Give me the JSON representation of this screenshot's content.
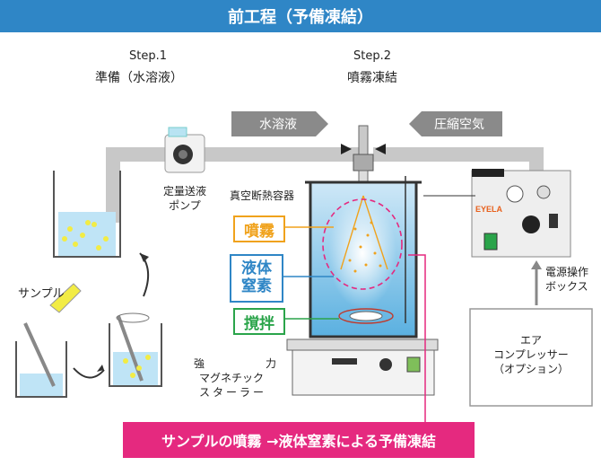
{
  "title": "前工程（予備凍結）",
  "step1": {
    "step": "Step.1",
    "name": "準備（水溶液）"
  },
  "step2": {
    "step": "Step.2",
    "name": "噴霧凍結"
  },
  "flow_labels": {
    "water": "水溶液",
    "air": "圧縮空気"
  },
  "labels": {
    "pump_line1": "定量送液",
    "pump_line2": "ポンプ",
    "vessel": "真空断熱容器",
    "sample": "サンプル",
    "stirrer_l1a": "強",
    "stirrer_l1b": "力",
    "stirrer_l2": "マグネチック",
    "stirrer_l3": "スターラー",
    "power_l1": "電源操作",
    "power_l2": "ボックス",
    "comp_l1": "エア",
    "comp_l2": "コンプレッサー",
    "comp_l3": "（オプション）",
    "brand": "EYELA"
  },
  "tags": {
    "spray": "噴霧",
    "ln2_l1": "液体",
    "ln2_l2": "窒素",
    "stir": "撹拌"
  },
  "bottom_caption": "サンプルの噴霧 →液体窒素による予備凍結",
  "colors": {
    "title_bg": "#2f86c6",
    "spray": "#f0a21c",
    "ln2": "#2f86c6",
    "stir": "#2aa44a",
    "caption_bg": "#e5297f",
    "pipe": "#c8c8c8"
  }
}
